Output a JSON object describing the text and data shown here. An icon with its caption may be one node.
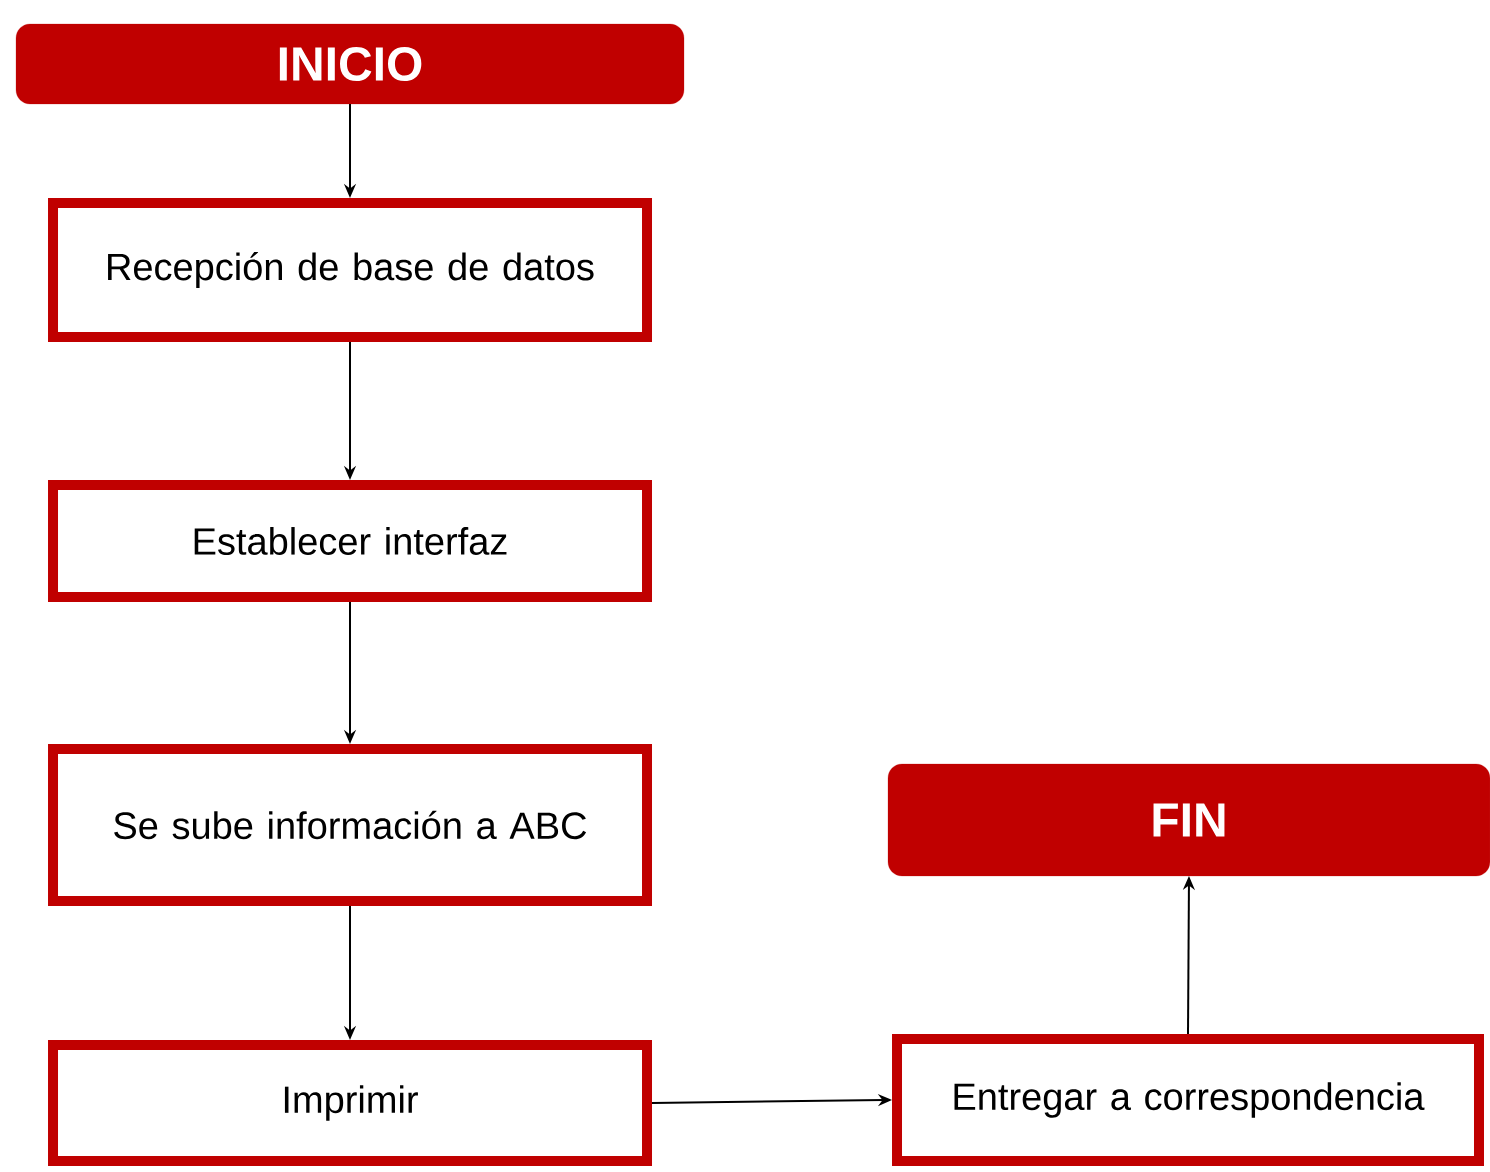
{
  "diagram": {
    "nodes": [
      {
        "text": [
          "INICIO"
        ]
      },
      {
        "text": [
          "Recepción de base de datos"
        ]
      },
      {
        "text": [
          "Establecer interfaz"
        ]
      },
      {
        "text": [
          "Se sube información a ABC"
        ]
      },
      {
        "text": [
          "Imprimir"
        ]
      },
      {
        "text": [
          "FIN"
        ]
      },
      {
        "text": [
          "Entregar a correspondencia"
        ]
      }
    ],
    "edges": [
      {
        "from": 0,
        "to": 1,
        "arrow": "to"
      },
      {
        "from": 1,
        "to": 2,
        "arrow": "to"
      },
      {
        "from": 2,
        "to": 3,
        "arrow": "to"
      },
      {
        "from": 3,
        "to": 4,
        "arrow": "to"
      },
      {
        "from": 4,
        "to": 6,
        "arrow": "to"
      },
      {
        "from": 6,
        "to": 5,
        "arrow": "to"
      }
    ]
  }
}
